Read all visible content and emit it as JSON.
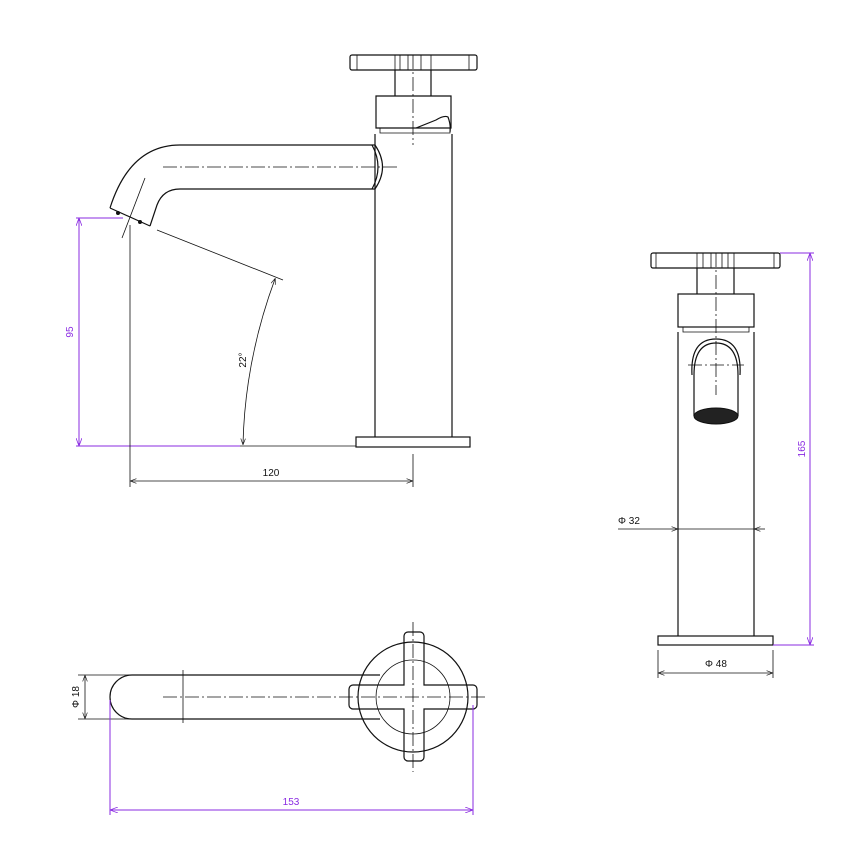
{
  "dimensions": {
    "spout_height": "95",
    "spout_angle": "22°",
    "spout_reach": "120",
    "total_height": "165",
    "body_diameter": "Φ 32",
    "base_diameter": "Φ 48",
    "spout_diameter": "Φ 18",
    "total_length": "153"
  },
  "colors": {
    "line": "#111111",
    "dimension_accent": "#8a2be2"
  }
}
